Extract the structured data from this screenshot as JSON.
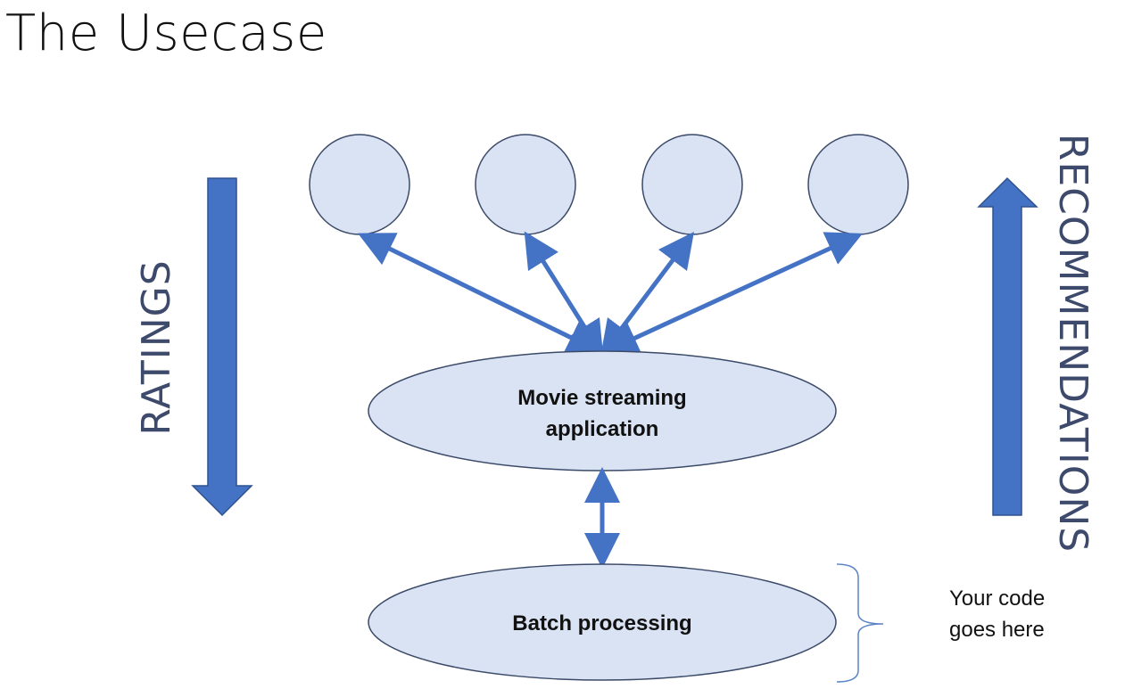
{
  "slide": {
    "title": "The Usecase"
  },
  "diagram": {
    "colors": {
      "arrow": "#4472c4",
      "node_fill": "#dae3f3",
      "node_stroke": "#3b4a68",
      "bracket": "#5b84c4"
    },
    "side_labels": {
      "left": "RATINGS",
      "right": "RECOMMENDATIONS"
    },
    "nodes": {
      "app_line1": "Movie streaming",
      "app_line2": "application",
      "batch": "Batch processing"
    },
    "note": {
      "line1": "Your code",
      "line2": "goes here"
    }
  }
}
